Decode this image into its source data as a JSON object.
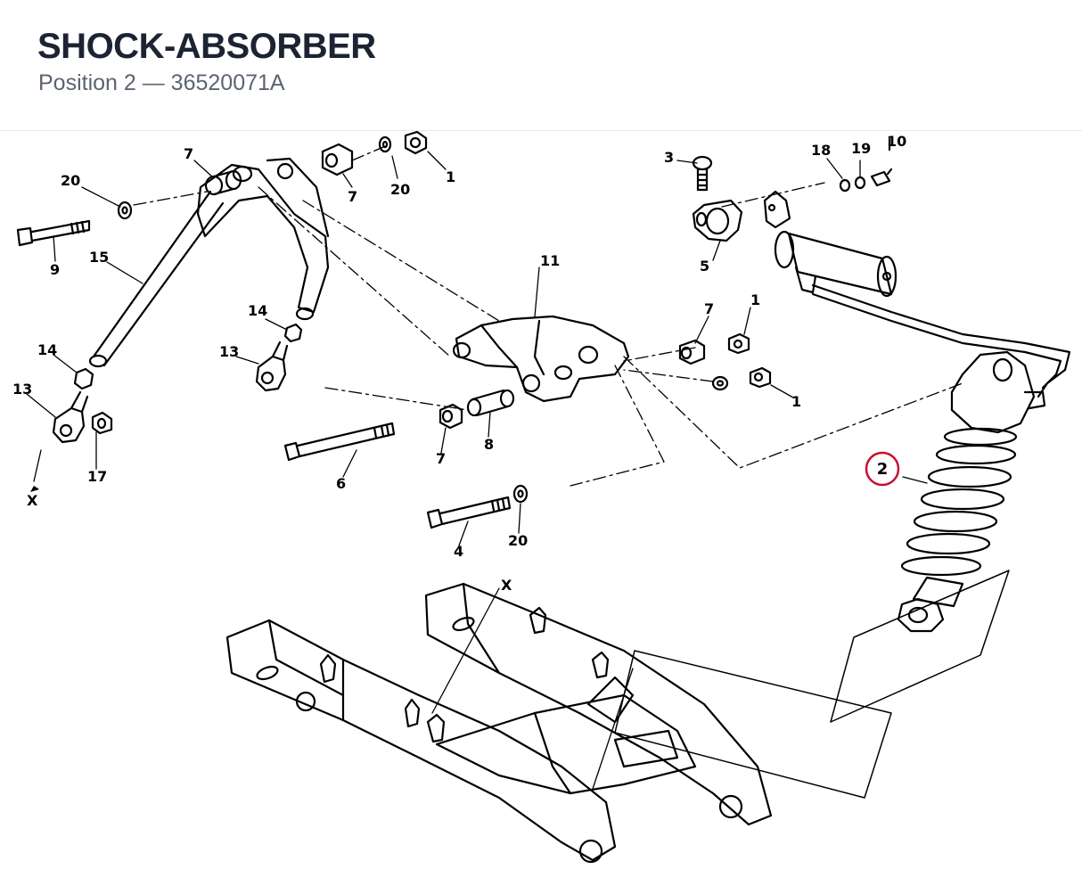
{
  "header": {
    "title": "SHOCK-ABSORBER",
    "subtitle": "Position 2 — 36520071A"
  },
  "diagram": {
    "highlight_color": "#c8102e",
    "highlighted_callout": "2",
    "callouts": {
      "c1a": "1",
      "c1b": "1",
      "c1c": "1",
      "c2": "2",
      "c3": "3",
      "c4": "4",
      "c5": "5",
      "c6": "6",
      "c7a": "7",
      "c7b": "7",
      "c7c": "7",
      "c7d": "7",
      "c8": "8",
      "c9": "9",
      "c10": "10",
      "c11": "11",
      "c13a": "13",
      "c13b": "13",
      "c14a": "14",
      "c14b": "14",
      "c15": "15",
      "c17": "17",
      "c18": "18",
      "c19": "19",
      "c20a": "20",
      "c20b": "20",
      "c20c": "20",
      "cXa": "X",
      "cXb": "X"
    }
  }
}
